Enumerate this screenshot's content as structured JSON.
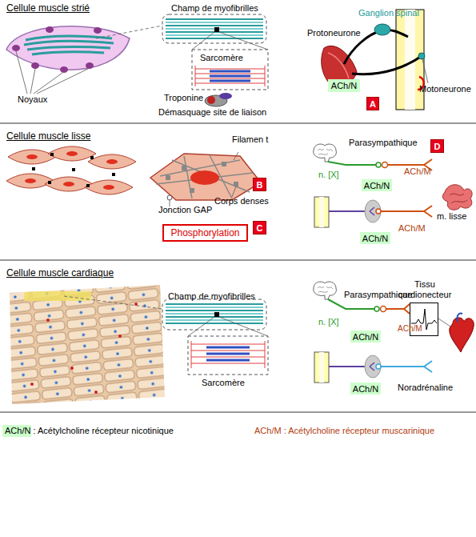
{
  "diagram": {
    "nodes": [
      {
        "text": [
          "ACh/N"
        ]
      },
      {
        "text": [
          "A"
        ]
      },
      {
        "text": [
          "B"
        ]
      },
      {
        "text": [
          "Phosphorylation"
        ]
      },
      {
        "text": [
          "C"
        ]
      },
      {
        "text": [
          "D"
        ]
      },
      {
        "text": [
          "ACh/N"
        ]
      },
      {
        "text": [
          "ACh/N"
        ]
      },
      {
        "text": [
          "Tissu cardionecteur"
        ]
      },
      {
        "text": [
          "ACh/N"
        ]
      },
      {
        "text": [
          "ACh/N"
        ]
      }
    ],
    "labels": [
      "Cellule muscle strié",
      "Champ de myofibrilles",
      "Noyaux",
      "Sarcomère",
      "Troponine",
      "Démasquage site de liaison",
      "Ganglion spinal",
      "Protoneurone",
      "Motoneurone",
      "Cellule muscle lisse",
      "Filamen t",
      "Jonction GAP",
      "Corps denses",
      "Parasympathique",
      "n. [X]",
      "ACh/M",
      "m. lisse",
      "ACh/M",
      "Cellule muscle cardiaque",
      "Champ de myofibrilles",
      "Sarcomère",
      "Parasympathique",
      "n. [X]",
      "ACh/M",
      "Noradrénaline"
    ],
    "legend": [
      {
        "text": "ACh/N :  Acétylcholine récepteur nicotinique",
        "color": "#ccffcc"
      },
      {
        "text": "ACh/M : Acétylcholine récepteur muscarinique"
      }
    ]
  }
}
